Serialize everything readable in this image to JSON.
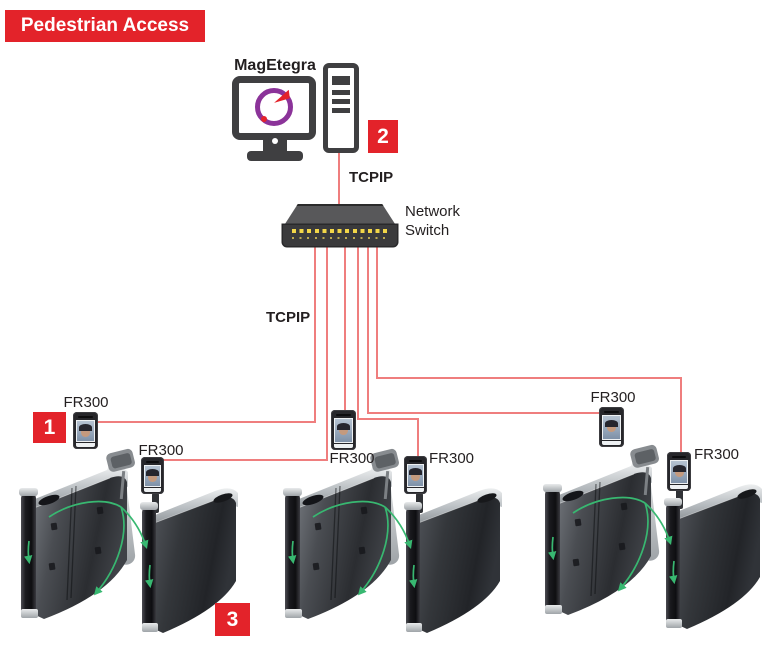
{
  "banner": {
    "title": "Pedestrian Access"
  },
  "server": {
    "name": "MagEtegra"
  },
  "badges": {
    "b1": "1",
    "b2": "2",
    "b3": "3"
  },
  "network": {
    "tcpip_server": "TCPIP",
    "tcpip_trunk": "TCPIP",
    "switch_line1": "Network",
    "switch_line2": "Switch"
  },
  "devices": {
    "d1": "FR300",
    "d2": "FR300",
    "d3": "FR300",
    "d4": "FR300",
    "d5": "FR300",
    "d6": "FR300"
  },
  "colors": {
    "accent_red": "#e3232a",
    "cable_red": "#ef7e7e",
    "arrow_green": "#38b871",
    "led_yellow": "#f2d648",
    "logo_purple": "#8b3399"
  }
}
